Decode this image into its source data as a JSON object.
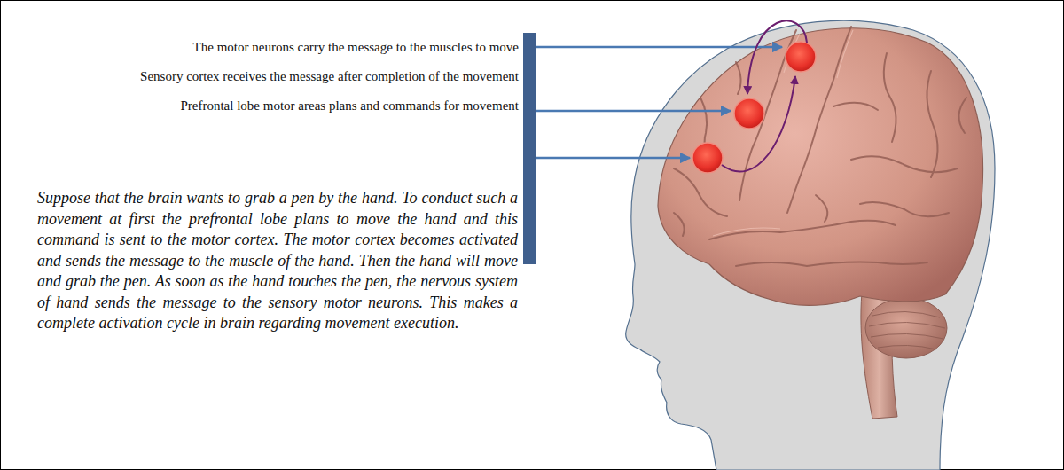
{
  "diagram": {
    "labels": [
      "The motor neurons carry the message to the muscles to move",
      "Sensory cortex receives the message after completion of the movement",
      "Prefrontal lobe motor areas plans and commands for movement",
      "Suppose that the brain wants to grab a pen by the hand. To conduct such a movement at first the prefrontal lobe plans to move the hand and this command is sent to the motor cortex. The motor cortex becomes activated and sends the message to the muscle of the hand. Then the hand will move and grab the pen. As soon as the hand touches the pen, the nervous system of hand sends the message to the sensory motor neurons. This makes a complete activation cycle in brain regarding movement execution."
    ]
  }
}
